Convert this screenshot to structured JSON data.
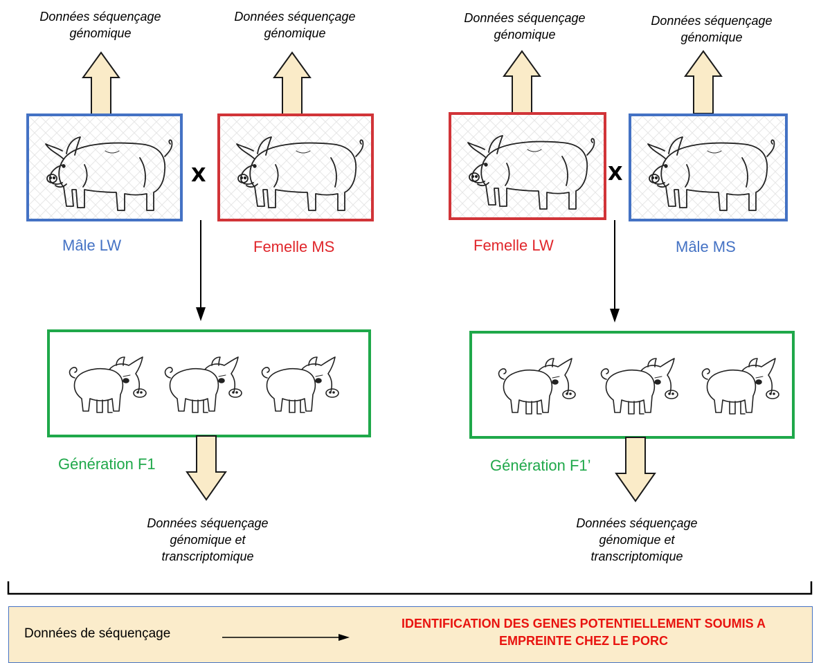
{
  "top_labels": [
    "Données séquençage\ngénomique",
    "Données séquençage\ngénomique",
    "Données séquençage\ngénomique",
    "Données séquençage\ngénomique"
  ],
  "parents": {
    "left_pair": {
      "a": "Mâle LW",
      "b": "Femelle MS"
    },
    "right_pair": {
      "a": "Femelle LW",
      "b": "Mâle MS"
    },
    "cross": "X"
  },
  "generations": {
    "left": "Génération F1",
    "right": "Génération F1’"
  },
  "bottom_labels": [
    "Données séquençage\ngénomique et\ntranscriptomique",
    "Données séquençage\ngénomique et\ntranscriptomique"
  ],
  "summary": {
    "left": "Données de séquençage",
    "right": "IDENTIFICATION DES GENES POTENTIELLEMENT SOUMIS A\nEMPREINTE CHEZ LE PORC"
  },
  "colors": {
    "male": "#4472c4",
    "female": "#d13438",
    "generation": "#1fa84a",
    "arrow_fill": "#faebc8",
    "panel": "#fbeccb",
    "result_text": "#e8130f"
  },
  "icons": [
    "adult-pig-icon",
    "piglet-icon",
    "block-arrow-up-icon",
    "block-arrow-down-icon"
  ]
}
